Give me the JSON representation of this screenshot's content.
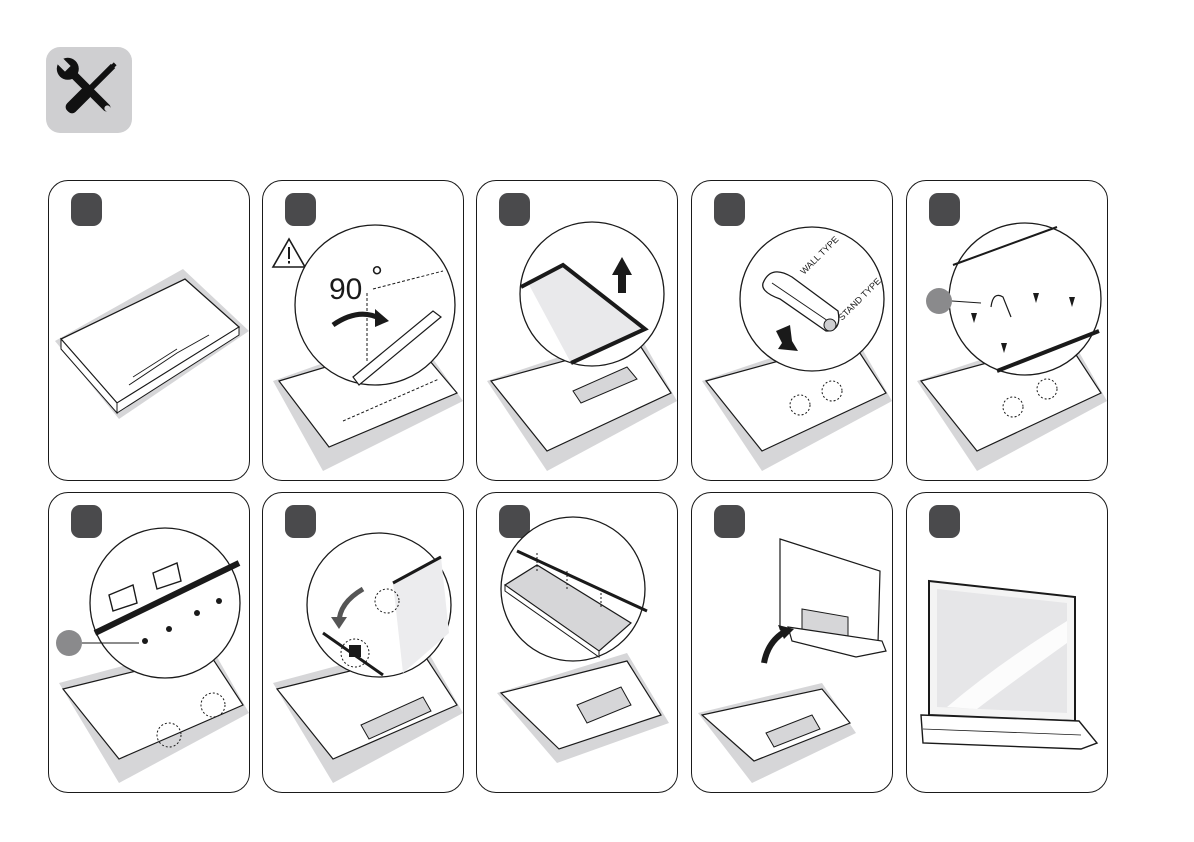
{
  "header": {
    "icon": "screwdriver-wrench-icon"
  },
  "steps": [
    {
      "icon": "tv-face-down-icon"
    },
    {
      "icon": "rotate-stand-icon",
      "angle_label": "90",
      "degree_symbol": "°",
      "warning_icon": "warning-triangle-icon"
    },
    {
      "icon": "lift-cover-icon"
    },
    {
      "icon": "slide-bracket-icon",
      "upper_label": "WALL TYPE",
      "lower_label": "STAND TYPE"
    },
    {
      "icon": "insert-screws-icon"
    },
    {
      "icon": "attach-brackets-icon"
    },
    {
      "icon": "fold-stand-icon"
    },
    {
      "icon": "attach-cover-icon"
    },
    {
      "icon": "raise-tv-icon"
    },
    {
      "icon": "tv-upright-icon"
    }
  ],
  "colors": {
    "badge": "#4a4a4c",
    "circle_marker": "#8a8a8c",
    "header_bg": "#cfcfd1",
    "shadow": "#d6d6d8"
  }
}
